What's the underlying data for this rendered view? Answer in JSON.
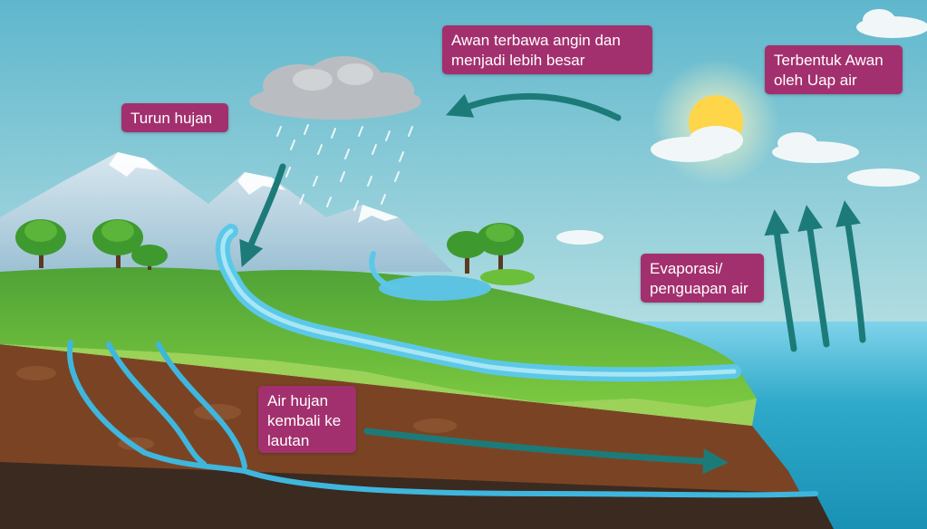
{
  "colors": {
    "label_bg": "#A3306E",
    "arrow": "#1C7B78",
    "sky_top": "#5FB7CD",
    "sky_bottom": "#CFEAEA",
    "grass": "#62B73A",
    "soil": "#7A4424",
    "water": "#48BDE0",
    "sea": "#2FA9C9",
    "sun": "#FFD54A"
  },
  "labels": {
    "wind": "Awan terbawa angin dan\nmenjadi lebih besar",
    "cloud_form": "Terbentuk Awan\noleh Uap air",
    "rain": "Turun hujan",
    "evaporation": "Evaporasi/\npenguapan air",
    "return": "Air hujan\nkembali ke\nlautan"
  },
  "icons": [
    "sun-icon",
    "rain-cloud-icon",
    "tree-icon",
    "mountain-icon",
    "arrow-icon"
  ]
}
